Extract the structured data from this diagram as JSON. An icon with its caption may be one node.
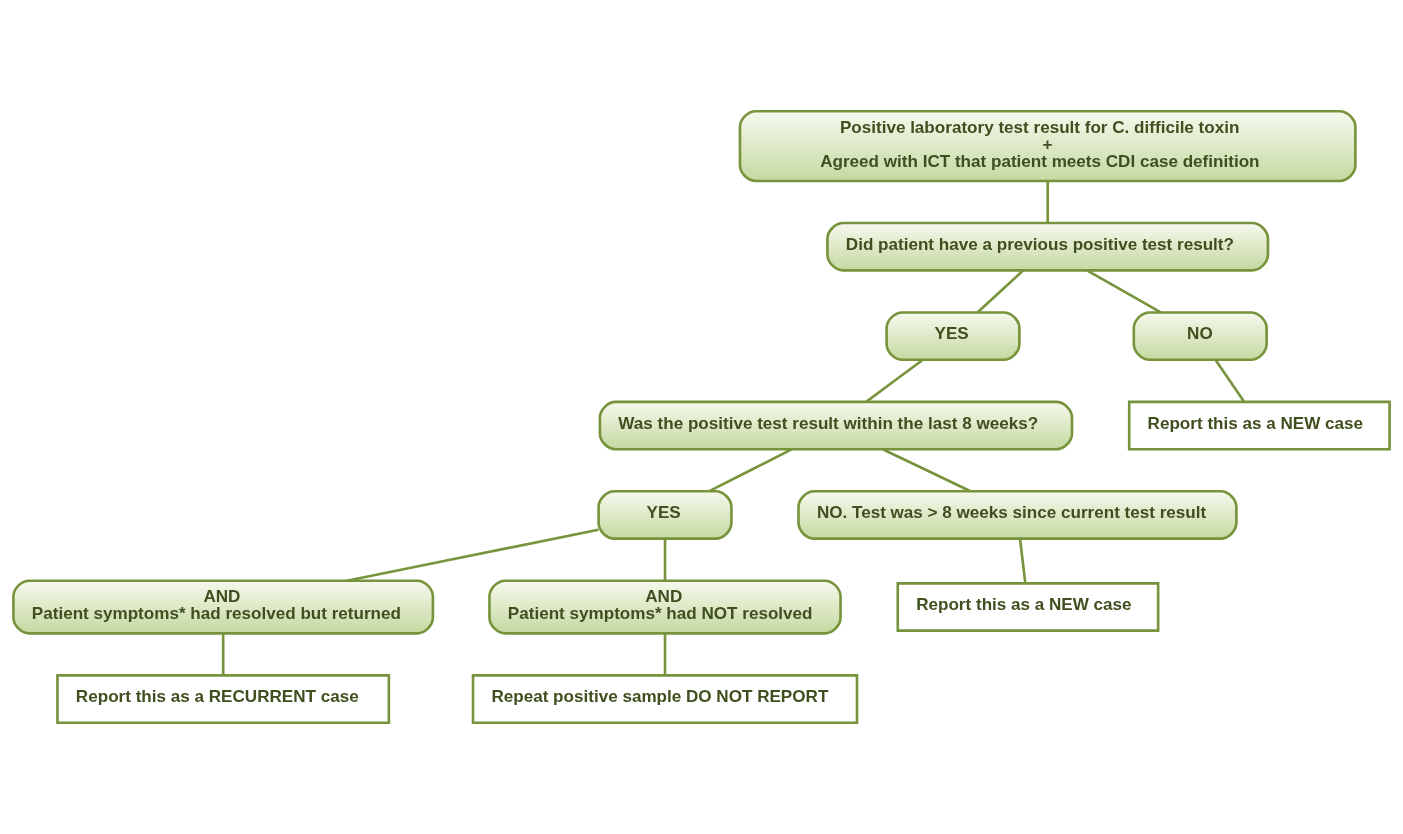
{
  "diagram": {
    "nodes": [
      {
        "text": [
          "Positive laboratory test result for C. difficile toxin",
          "+",
          "Agreed with ICT that patient meets CDI case definition"
        ]
      },
      {
        "text": [
          "Did patient have a previous positive test result?"
        ]
      },
      {
        "text": [
          "YES"
        ]
      },
      {
        "text": [
          "NO"
        ]
      },
      {
        "text": [
          "Report this as a NEW case"
        ]
      },
      {
        "text": [
          "Was the positive test result within the last 8 weeks?"
        ]
      },
      {
        "text": [
          "YES"
        ]
      },
      {
        "text": [
          "NO. Test was > 8 weeks since current test result"
        ]
      },
      {
        "text": [
          "AND",
          "Patient symptoms* had resolved but returned"
        ]
      },
      {
        "text": [
          "AND",
          "Patient symptoms* had NOT resolved"
        ]
      },
      {
        "text": [
          "Report this as a NEW case"
        ]
      },
      {
        "text": [
          "Report this as a RECURRENT case"
        ]
      },
      {
        "text": [
          "Repeat positive sample DO NOT REPORT"
        ]
      }
    ],
    "edges": [
      {
        "from": 0,
        "to": 1,
        "arrow": "none"
      },
      {
        "from": 1,
        "to": 2,
        "arrow": "none"
      },
      {
        "from": 1,
        "to": 3,
        "arrow": "none"
      },
      {
        "from": 3,
        "to": 4,
        "arrow": "none"
      },
      {
        "from": 2,
        "to": 5,
        "arrow": "none"
      },
      {
        "from": 5,
        "to": 6,
        "arrow": "none"
      },
      {
        "from": 5,
        "to": 7,
        "arrow": "none"
      },
      {
        "from": 6,
        "to": 8,
        "arrow": "none"
      },
      {
        "from": 6,
        "to": 9,
        "arrow": "none"
      },
      {
        "from": 7,
        "to": 10,
        "arrow": "none"
      },
      {
        "from": 8,
        "to": 11,
        "arrow": "none"
      },
      {
        "from": 9,
        "to": 12,
        "arrow": "none"
      }
    ]
  }
}
